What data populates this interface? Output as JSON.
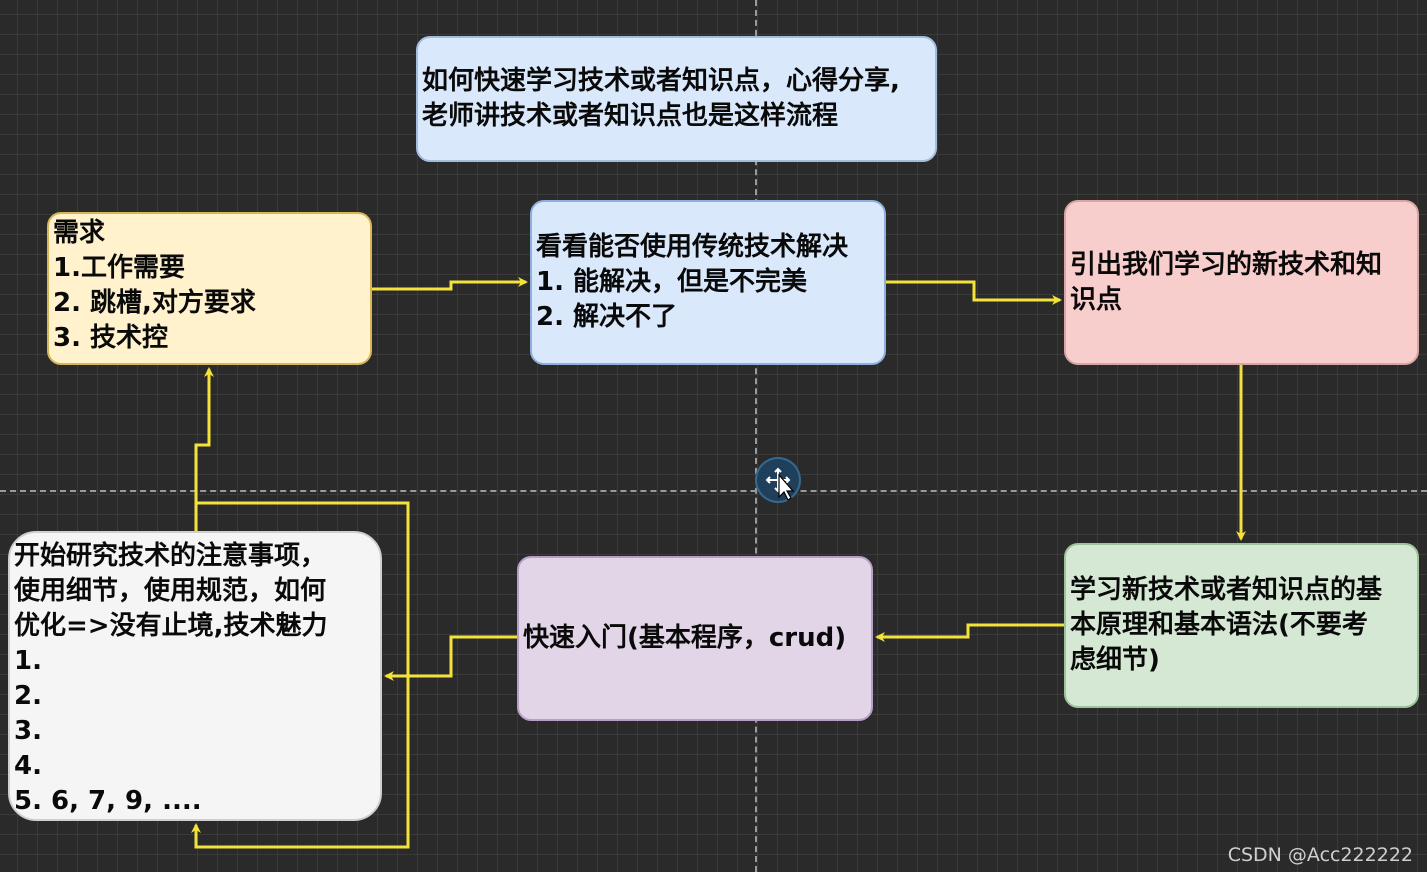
{
  "title_box": {
    "text": "如何快速学习技术或者知识点，心得分享, 老师讲技术或者知识点也是这样流程"
  },
  "needs_box": {
    "lines": [
      "需求",
      "1.工作需要",
      "2. 跳槽,对方要求",
      "3. 技术控"
    ]
  },
  "check_box": {
    "lines": [
      "看看能否使用传统技术解决",
      "1. 能解决，但是不完美",
      "2. 解决不了"
    ]
  },
  "intro_box": {
    "lines": [
      "引出我们学习的新技术和知",
      "识点"
    ]
  },
  "basic_box": {
    "lines": [
      "学习新技术或者知识点的基",
      "本原理和基本语法(不要考",
      "虑细节)"
    ]
  },
  "quick_box": {
    "text": "快速入门(基本程序，crud)"
  },
  "research_box": {
    "lines": [
      "开始研究技术的注意事项，",
      "使用细节，使用规范，如何",
      "优化=>没有止境,技术魅力",
      "1.",
      "2.",
      "3.",
      "4.",
      "5. 6, 7, 9, ...."
    ]
  },
  "watermark": "CSDN @Acc222222",
  "colors": {
    "arrow": "#f2e23a",
    "background": "#2a2a2a"
  },
  "icons": {
    "cursor": "move-cursor-icon"
  }
}
